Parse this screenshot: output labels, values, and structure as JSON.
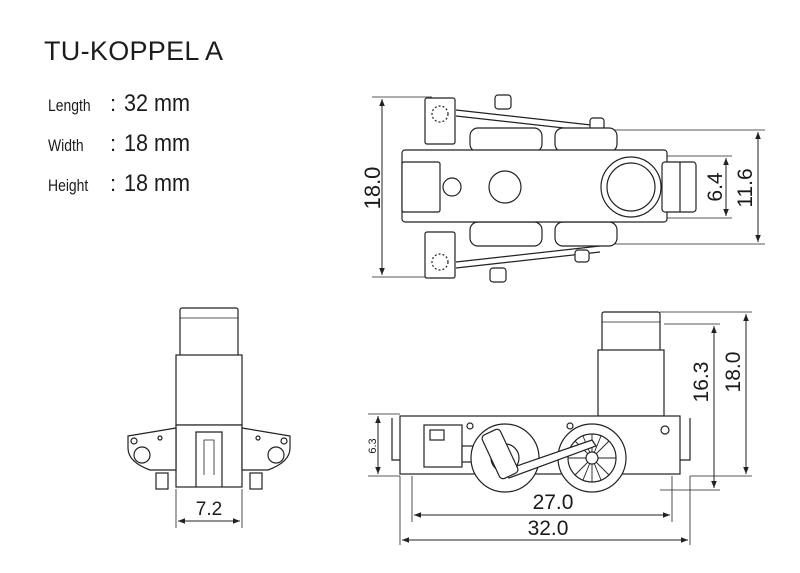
{
  "title": "TU-KOPPEL A",
  "specs": [
    {
      "label": "Length",
      "sep": ":",
      "value": "32 mm"
    },
    {
      "label": "Width",
      "sep": ":",
      "value": "18 mm"
    },
    {
      "label": "Height",
      "sep": ":",
      "value": "18 mm"
    }
  ],
  "dimensions": {
    "top_height": "18.0",
    "top_inner": "6.4",
    "top_outer": "11.6",
    "front_width": "7.2",
    "side_small": "6.3",
    "side_body": "16.3",
    "side_total": "18.0",
    "side_wheelbase": "27.0",
    "side_length": "32.0"
  }
}
